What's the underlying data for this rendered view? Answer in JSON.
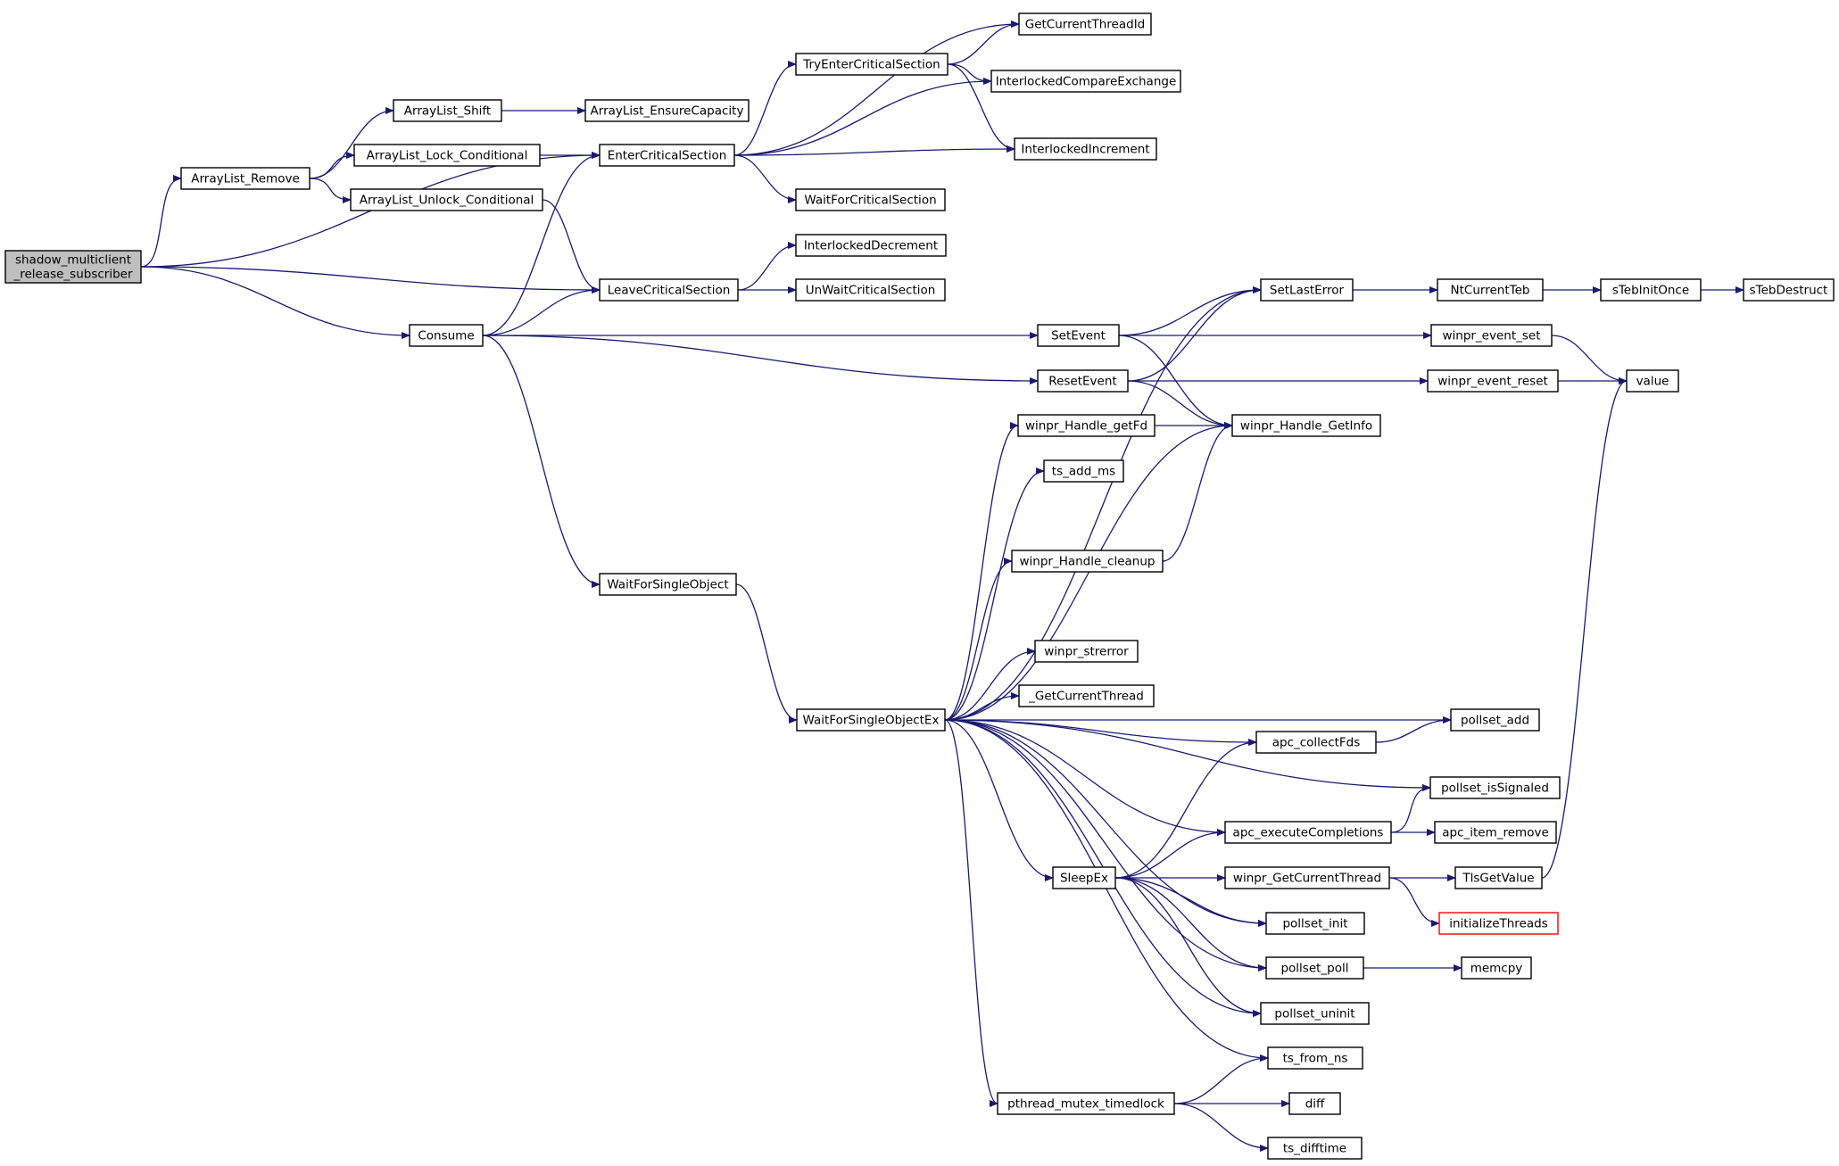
{
  "colors": {
    "edge": "#191970",
    "root_fill": "#bfbfbf",
    "node_fill": "#ffffff",
    "red_border": "#ff0000"
  },
  "nodes": {
    "shadow": {
      "lines": [
        "shadow_multiclient",
        "_release_subscriber"
      ],
      "style": "root"
    },
    "ArrayList_Remove": {
      "lines": [
        "ArrayList_Remove"
      ]
    },
    "ArrayList_Shift": {
      "lines": [
        "ArrayList_Shift"
      ]
    },
    "ArrayList_EnsureCapacity": {
      "lines": [
        "ArrayList_EnsureCapacity"
      ]
    },
    "ArrayList_Lock_Conditional": {
      "lines": [
        "ArrayList_Lock_Conditional"
      ]
    },
    "ArrayList_Unlock_Conditional": {
      "lines": [
        "ArrayList_Unlock_Conditional"
      ]
    },
    "EnterCriticalSection": {
      "lines": [
        "EnterCriticalSection"
      ]
    },
    "TryEnterCriticalSection": {
      "lines": [
        "TryEnterCriticalSection"
      ]
    },
    "GetCurrentThreadId": {
      "lines": [
        "GetCurrentThreadId"
      ]
    },
    "InterlockedCompareExchange": {
      "lines": [
        "InterlockedCompareExchange"
      ]
    },
    "InterlockedIncrement": {
      "lines": [
        "InterlockedIncrement"
      ]
    },
    "WaitForCriticalSection": {
      "lines": [
        "WaitForCriticalSection"
      ]
    },
    "InterlockedDecrement": {
      "lines": [
        "InterlockedDecrement"
      ]
    },
    "LeaveCriticalSection": {
      "lines": [
        "LeaveCriticalSection"
      ]
    },
    "UnWaitCriticalSection": {
      "lines": [
        "UnWaitCriticalSection"
      ]
    },
    "Consume": {
      "lines": [
        "Consume"
      ]
    },
    "SetLastError": {
      "lines": [
        "SetLastError"
      ]
    },
    "NtCurrentTeb": {
      "lines": [
        "NtCurrentTeb"
      ]
    },
    "sTebInitOnce": {
      "lines": [
        "sTebInitOnce"
      ]
    },
    "sTebDestruct": {
      "lines": [
        "sTebDestruct"
      ]
    },
    "SetEvent": {
      "lines": [
        "SetEvent"
      ]
    },
    "winpr_event_set": {
      "lines": [
        "winpr_event_set"
      ]
    },
    "ResetEvent": {
      "lines": [
        "ResetEvent"
      ]
    },
    "winpr_event_reset": {
      "lines": [
        "winpr_event_reset"
      ]
    },
    "value": {
      "lines": [
        "value"
      ]
    },
    "winpr_Handle_getFd": {
      "lines": [
        "winpr_Handle_getFd"
      ]
    },
    "winpr_Handle_GetInfo": {
      "lines": [
        "winpr_Handle_GetInfo"
      ]
    },
    "ts_add_ms": {
      "lines": [
        "ts_add_ms"
      ]
    },
    "winpr_Handle_cleanup": {
      "lines": [
        "winpr_Handle_cleanup"
      ]
    },
    "WaitForSingleObject": {
      "lines": [
        "WaitForSingleObject"
      ]
    },
    "winpr_strerror": {
      "lines": [
        "winpr_strerror"
      ]
    },
    "_GetCurrentThread": {
      "lines": [
        "_GetCurrentThread"
      ]
    },
    "WaitForSingleObjectEx": {
      "lines": [
        "WaitForSingleObjectEx"
      ]
    },
    "pollset_add": {
      "lines": [
        "pollset_add"
      ]
    },
    "apc_collectFds": {
      "lines": [
        "apc_collectFds"
      ]
    },
    "pollset_isSignaled": {
      "lines": [
        "pollset_isSignaled"
      ]
    },
    "apc_executeCompletions": {
      "lines": [
        "apc_executeCompletions"
      ]
    },
    "apc_item_remove": {
      "lines": [
        "apc_item_remove"
      ]
    },
    "SleepEx": {
      "lines": [
        "SleepEx"
      ]
    },
    "winpr_GetCurrentThread": {
      "lines": [
        "winpr_GetCurrentThread"
      ]
    },
    "TlsGetValue": {
      "lines": [
        "TlsGetValue"
      ]
    },
    "initializeThreads": {
      "lines": [
        "initializeThreads"
      ],
      "style": "red"
    },
    "pollset_init": {
      "lines": [
        "pollset_init"
      ]
    },
    "pollset_poll": {
      "lines": [
        "pollset_poll"
      ]
    },
    "memcpy": {
      "lines": [
        "memcpy"
      ]
    },
    "pollset_uninit": {
      "lines": [
        "pollset_uninit"
      ]
    },
    "ts_from_ns": {
      "lines": [
        "ts_from_ns"
      ]
    },
    "pthread_mutex_timedlock": {
      "lines": [
        "pthread_mutex_timedlock"
      ]
    },
    "diff": {
      "lines": [
        "diff"
      ]
    },
    "ts_difftime": {
      "lines": [
        "ts_difftime"
      ]
    }
  },
  "edges": [
    [
      "shadow",
      "ArrayList_Remove"
    ],
    [
      "shadow",
      "EnterCriticalSection"
    ],
    [
      "shadow",
      "LeaveCriticalSection"
    ],
    [
      "shadow",
      "Consume"
    ],
    [
      "ArrayList_Remove",
      "ArrayList_Shift"
    ],
    [
      "ArrayList_Remove",
      "ArrayList_Lock_Conditional"
    ],
    [
      "ArrayList_Remove",
      "ArrayList_Unlock_Conditional"
    ],
    [
      "ArrayList_Shift",
      "ArrayList_EnsureCapacity"
    ],
    [
      "ArrayList_Lock_Conditional",
      "EnterCriticalSection"
    ],
    [
      "ArrayList_Unlock_Conditional",
      "LeaveCriticalSection"
    ],
    [
      "EnterCriticalSection",
      "TryEnterCriticalSection"
    ],
    [
      "EnterCriticalSection",
      "GetCurrentThreadId"
    ],
    [
      "EnterCriticalSection",
      "InterlockedCompareExchange"
    ],
    [
      "EnterCriticalSection",
      "InterlockedIncrement"
    ],
    [
      "EnterCriticalSection",
      "WaitForCriticalSection"
    ],
    [
      "TryEnterCriticalSection",
      "GetCurrentThreadId"
    ],
    [
      "TryEnterCriticalSection",
      "InterlockedCompareExchange"
    ],
    [
      "TryEnterCriticalSection",
      "InterlockedIncrement"
    ],
    [
      "LeaveCriticalSection",
      "InterlockedDecrement"
    ],
    [
      "LeaveCriticalSection",
      "UnWaitCriticalSection"
    ],
    [
      "Consume",
      "EnterCriticalSection"
    ],
    [
      "Consume",
      "LeaveCriticalSection"
    ],
    [
      "Consume",
      "SetEvent"
    ],
    [
      "Consume",
      "ResetEvent"
    ],
    [
      "Consume",
      "WaitForSingleObject"
    ],
    [
      "SetLastError",
      "NtCurrentTeb"
    ],
    [
      "NtCurrentTeb",
      "sTebInitOnce"
    ],
    [
      "sTebInitOnce",
      "sTebDestruct"
    ],
    [
      "SetEvent",
      "SetLastError"
    ],
    [
      "SetEvent",
      "winpr_event_set"
    ],
    [
      "SetEvent",
      "winpr_Handle_GetInfo"
    ],
    [
      "ResetEvent",
      "SetLastError"
    ],
    [
      "ResetEvent",
      "winpr_event_reset"
    ],
    [
      "ResetEvent",
      "winpr_Handle_GetInfo"
    ],
    [
      "winpr_event_set",
      "value"
    ],
    [
      "winpr_event_reset",
      "value"
    ],
    [
      "winpr_Handle_getFd",
      "winpr_Handle_GetInfo"
    ],
    [
      "winpr_Handle_cleanup",
      "winpr_Handle_GetInfo"
    ],
    [
      "WaitForSingleObject",
      "WaitForSingleObjectEx"
    ],
    [
      "WaitForSingleObjectEx",
      "SetLastError"
    ],
    [
      "WaitForSingleObjectEx",
      "winpr_Handle_getFd"
    ],
    [
      "WaitForSingleObjectEx",
      "ts_add_ms"
    ],
    [
      "WaitForSingleObjectEx",
      "winpr_Handle_GetInfo"
    ],
    [
      "WaitForSingleObjectEx",
      "winpr_Handle_cleanup"
    ],
    [
      "WaitForSingleObjectEx",
      "apc_collectFds"
    ],
    [
      "WaitForSingleObjectEx",
      "winpr_strerror"
    ],
    [
      "WaitForSingleObjectEx",
      "_GetCurrentThread"
    ],
    [
      "WaitForSingleObjectEx",
      "pollset_add"
    ],
    [
      "WaitForSingleObjectEx",
      "pollset_isSignaled"
    ],
    [
      "WaitForSingleObjectEx",
      "apc_executeCompletions"
    ],
    [
      "WaitForSingleObjectEx",
      "SleepEx"
    ],
    [
      "WaitForSingleObjectEx",
      "pollset_init"
    ],
    [
      "WaitForSingleObjectEx",
      "pollset_poll"
    ],
    [
      "WaitForSingleObjectEx",
      "pollset_uninit"
    ],
    [
      "WaitForSingleObjectEx",
      "ts_from_ns"
    ],
    [
      "WaitForSingleObjectEx",
      "pthread_mutex_timedlock"
    ],
    [
      "apc_collectFds",
      "pollset_add"
    ],
    [
      "apc_executeCompletions",
      "pollset_isSignaled"
    ],
    [
      "apc_executeCompletions",
      "apc_item_remove"
    ],
    [
      "SleepEx",
      "apc_collectFds"
    ],
    [
      "SleepEx",
      "apc_executeCompletions"
    ],
    [
      "SleepEx",
      "winpr_GetCurrentThread"
    ],
    [
      "SleepEx",
      "pollset_init"
    ],
    [
      "SleepEx",
      "pollset_poll"
    ],
    [
      "SleepEx",
      "pollset_uninit"
    ],
    [
      "winpr_GetCurrentThread",
      "TlsGetValue"
    ],
    [
      "winpr_GetCurrentThread",
      "initializeThreads"
    ],
    [
      "TlsGetValue",
      "value"
    ],
    [
      "pollset_poll",
      "memcpy"
    ],
    [
      "pthread_mutex_timedlock",
      "ts_from_ns"
    ],
    [
      "pthread_mutex_timedlock",
      "diff"
    ],
    [
      "pthread_mutex_timedlock",
      "ts_difftime"
    ]
  ]
}
